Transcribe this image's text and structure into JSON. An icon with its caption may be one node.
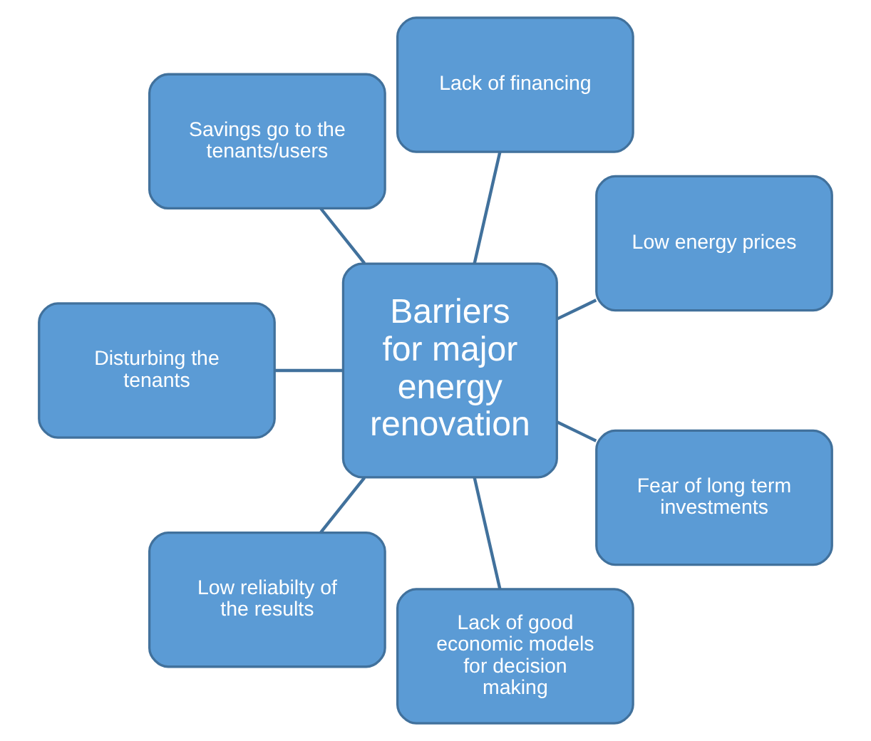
{
  "diagram": {
    "nodes": [
      {
        "text": [
          "Low energy prices"
        ]
      },
      {
        "text": [
          "Lack of financing"
        ]
      },
      {
        "text": [
          "Savings go to the tenants/users"
        ]
      },
      {
        "text": [
          "Barriers for major energy renovation"
        ]
      },
      {
        "text": [
          "Disturbing the tenants"
        ]
      },
      {
        "text": [
          "Low reliabilty of the results"
        ]
      },
      {
        "text": [
          "Lack of good economic models for decision making"
        ]
      },
      {
        "text": [
          "Fear of long term investments"
        ]
      }
    ],
    "edges": [
      {
        "from": 3,
        "to": 0,
        "arrow": "none"
      },
      {
        "from": 3,
        "to": 2,
        "arrow": "none"
      },
      {
        "from": 3,
        "to": 5,
        "arrow": "none"
      },
      {
        "from": 3,
        "to": 7,
        "arrow": "none"
      },
      {
        "from": 3,
        "to": 6,
        "arrow": "none"
      },
      {
        "from": 3,
        "to": 4,
        "arrow": "none"
      },
      {
        "from": 3,
        "to": 1,
        "arrow": "none"
      }
    ]
  }
}
